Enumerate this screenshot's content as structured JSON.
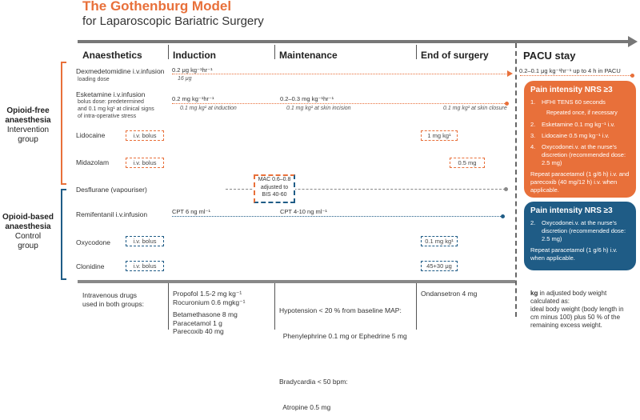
{
  "header": {
    "title": "The Gothenburg Model",
    "subtitle": "for Laparoscopic Bariatric Surgery"
  },
  "columns": {
    "anaesthetics": "Anaesthetics",
    "induction": "Induction",
    "maintenance": "Maintenance",
    "end_of_surgery": "End of surgery",
    "pacu": "PACU stay"
  },
  "groups": {
    "opioid_free": {
      "line1": "Opioid-free",
      "line2": "anaesthesia",
      "line3": "Intervention",
      "line4": "group"
    },
    "opioid_based": {
      "line1": "Opioid-based",
      "line2": "anaesthesia",
      "line3": "Control",
      "line4": "group"
    }
  },
  "drugs": {
    "dexmedetomidine": {
      "name": "Dexmedetomidine i.v.infusion",
      "sub": "loading dose",
      "induction": "0.2 μg kg⁻¹hr⁻¹",
      "induction_sub": "16 μg",
      "pacu": "0.2–0.1 μg kg⁻¹hr⁻¹ up to 4 h in PACU"
    },
    "esketamine": {
      "name": "Esketamine i.v.infusion",
      "sub1": "bolus dose: predetermined",
      "sub2": "and 0.1 mg kg¹ at clinical signs",
      "sub3": "of intra-operative stress",
      "induction": "0.2 mg kg⁻¹hr⁻¹",
      "induction_sub": "0.1 mg kg¹ at induction",
      "maintenance": "0.2–0.3 mg kg⁻¹hr⁻¹",
      "maintenance_sub": "0.1 mg kg¹ at skin incision",
      "end_sub": "0.1 mg kg¹ at skin closure"
    },
    "lidocaine": {
      "name": "Lidocaine",
      "box": "i.v. bolus",
      "end": "1 mg kg¹"
    },
    "midazolam": {
      "name": "Midazolam",
      "box": "i.v. bolus",
      "end": "0.5 mg"
    },
    "desflurane": {
      "name": "Desflurane (vapouriser)",
      "mac1": "MAC 0.6–0.8",
      "mac2": "adjusted to",
      "mac3": "BIS 40-60"
    },
    "remifentanil": {
      "name": "Remifentanil i.v.infusion",
      "induction": "CPT 6 ng ml⁻¹",
      "maintenance": "CPT 4-10 ng ml⁻¹"
    },
    "oxycodone": {
      "name": "Oxycodone",
      "box": "i.v. bolus",
      "end": "0.1 mg kg¹"
    },
    "clonidine": {
      "name": "Clonidine",
      "box": "i.v. bolus",
      "end": "45+30 μg"
    }
  },
  "pacu_free": {
    "heading": "Pain intensity NRS ≥3",
    "items": [
      {
        "n": "1.",
        "text": "HFHI TENS 60 seconds"
      },
      {
        "n": "",
        "text": "Repeated once, if necessary"
      },
      {
        "n": "2.",
        "text": "Esketamine 0.1 mg kg⁻¹ i.v."
      },
      {
        "n": "3.",
        "text": "Lidocaine 0.5 mg kg⁻¹ i.v."
      },
      {
        "n": "4.",
        "text": "Oxycodonei.v. at the nurse's discretion (recommended dose: 2.5 mg)"
      }
    ],
    "para": "Repeat paracetamol (1 g/6 h) i.v. and parecoxib (40 mg/12 h) i.v. when applicable."
  },
  "pacu_based": {
    "heading": "Pain intensity NRS ≥3",
    "item_n": "2.",
    "item_text": "Oxycodonei.v. at the nurse's discretion (recommended dose: 2.5 mg)",
    "para": "Repeat paracetamol (1 g/6 h) i.v. when applicable."
  },
  "bottom": {
    "label1": "Intravenous drugs",
    "label2": "used in both groups:",
    "induction": [
      "Propofol 1.5-2 mg kg⁻¹",
      "Rocuronium 0.6 mgkg⁻¹",
      "",
      "Betamethasone 8 mg",
      "Paracetamol 1 g",
      "Parecoxib 40 mg"
    ],
    "maintenance": [
      "Hypotension < 20 % from baseline MAP:",
      "  Phenylephrine 0.1 mg or Ephedrine 5 mg",
      "",
      "Bradycardia < 50 bpm:",
      "  Atropine 0.5 mg"
    ],
    "end": "Ondansetron 4 mg",
    "note_bold": "kg",
    "note_rest": " in adjusted body weight",
    "note_lines": [
      "calculated as:",
      "ideal body weight (body length in",
      "cm minus 100) plus 50 % of the",
      "remaining excess weight."
    ]
  },
  "colors": {
    "orange": "#e8703a",
    "blue": "#1f5c86",
    "gray": "#777777"
  }
}
